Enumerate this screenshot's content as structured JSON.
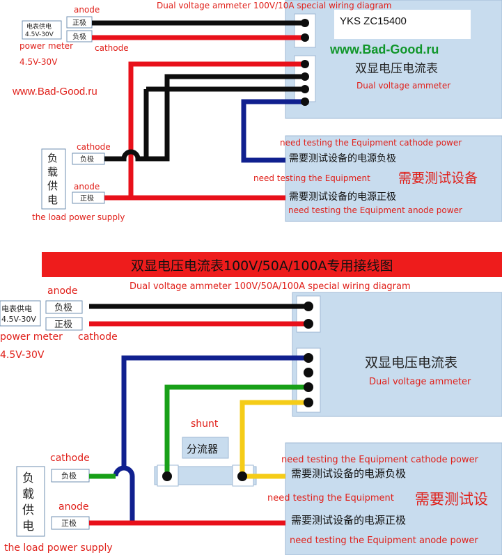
{
  "top": {
    "title_en": "Dual voltage ammeter 100V/10A special wiring diagram",
    "model_label": "YKS ZC15400",
    "watermark": "www.Bad-Good.ru",
    "watermark_left": "www.Bad-Good.ru",
    "power_box_cn": "电表供电",
    "power_box_range": "4.5V-30V",
    "terminal_pos_cn": "正极",
    "terminal_neg_cn": "负极",
    "anode": "anode",
    "cathode": "cathode",
    "power_meter": "power meter",
    "power_range": "4.5V-30V",
    "meter_cn": "双显电压电流表",
    "meter_en": "Dual voltage ammeter",
    "load_cn_1": "负",
    "load_cn_2": "载",
    "load_cn_3": "供",
    "load_cn_4": "电",
    "load_neg_cn": "负极",
    "load_pos_cn": "正极",
    "load_cathode": "cathode",
    "load_anode": "anode",
    "load_supply_en": "the load power supply",
    "equip_cathode_en": "need testing the Equipment cathode power",
    "equip_neg_cn": "需要测试设备的电源负极",
    "equip_mid_en": "need testing the Equipment",
    "equip_big_cn": "需要测试设备",
    "equip_pos_cn": "需要测试设备的电源正极",
    "equip_anode_en": "need testing the Equipment anode power"
  },
  "bottom": {
    "banner_cn": "双显电压电流表100V/50A/100A专用接线图",
    "title_en": "Dual voltage ammeter 100V/50A/100A special wiring diagram",
    "power_box_cn": "电表供电",
    "power_box_range": "4.5V-30V",
    "terminal_neg_cn": "负极",
    "terminal_pos_cn": "正极",
    "anode": "anode",
    "cathode": "cathode",
    "power_meter": "power meter",
    "power_range": "4.5V-30V",
    "meter_cn": "双显电压电流表",
    "meter_en": "Dual voltage ammeter",
    "shunt_en": "shunt",
    "shunt_cn": "分流器",
    "load_cn_1": "负",
    "load_cn_2": "载",
    "load_cn_3": "供",
    "load_cn_4": "电",
    "load_neg_cn": "负极",
    "load_pos_cn": "正极",
    "load_cathode": "cathode",
    "load_anode": "anode",
    "load_supply_en": "the load power supply",
    "equip_cathode_en": "need testing the Equipment cathode power",
    "equip_neg_cn": "需要测试设备的电源负极",
    "equip_mid_en": "need testing the Equipment",
    "equip_big_cn": "需要测试设",
    "equip_pos_cn": "需要测试设备的电源正极",
    "equip_anode_en": "need testing the Equipment anode power"
  },
  "colors": {
    "panel": "#c8dcee",
    "panel_border": "#9fb9d4",
    "banner": "#ee1c1c",
    "wire_red": "#e8101a",
    "wire_black": "#0d0d0d",
    "wire_blue": "#10208f",
    "wire_green": "#18a018",
    "wire_yellow": "#f5cc18",
    "label_red": "#e0201a",
    "watermark_green": "#10962a"
  }
}
